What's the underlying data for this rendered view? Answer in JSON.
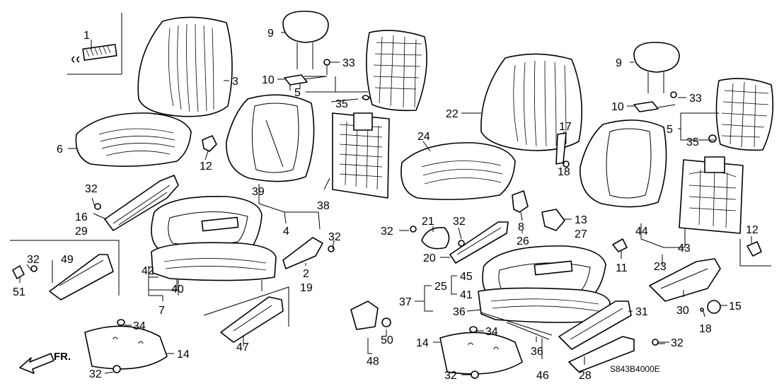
{
  "diagram_code": "S843B4000E",
  "direction_label": "FR.",
  "callouts": [
    "1",
    "3",
    "9",
    "33",
    "10",
    "5",
    "35",
    "6",
    "12",
    "32",
    "16",
    "29",
    "39",
    "38",
    "4",
    "32",
    "42",
    "40",
    "7",
    "32",
    "49",
    "51",
    "2",
    "19",
    "34",
    "14",
    "32",
    "47",
    "48",
    "50",
    "22",
    "24",
    "17",
    "18",
    "21",
    "32",
    "32",
    "20",
    "8",
    "26",
    "13",
    "27",
    "45",
    "25",
    "41",
    "37",
    "36",
    "36",
    "34",
    "14",
    "32",
    "46",
    "9",
    "10",
    "33",
    "5",
    "35",
    "44",
    "43",
    "23",
    "11",
    "12",
    "30",
    "15",
    "18",
    "31",
    "32",
    "28"
  ]
}
